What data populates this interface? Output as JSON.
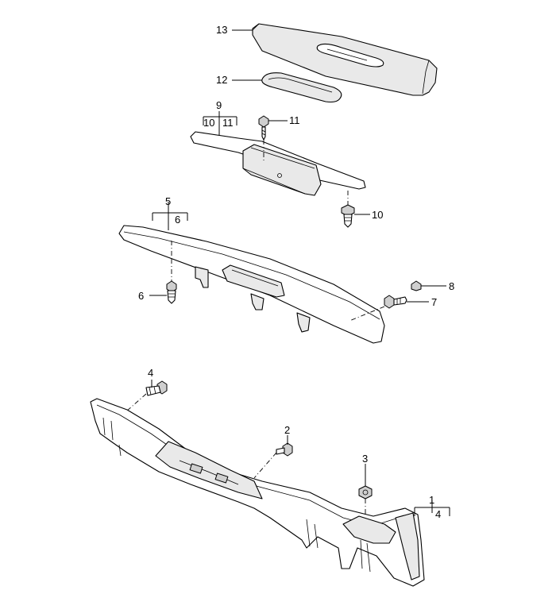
{
  "callouts": {
    "c1": "1",
    "c2": "2",
    "c3": "3",
    "c4": "4",
    "c4b": "4",
    "c5": "5",
    "c6": "6",
    "c6b": "6",
    "c7": "7",
    "c8": "8",
    "c9": "9",
    "c10": "10",
    "c10b": "10",
    "c11": "11",
    "c11b": "11",
    "c12": "12",
    "c13": "13"
  }
}
